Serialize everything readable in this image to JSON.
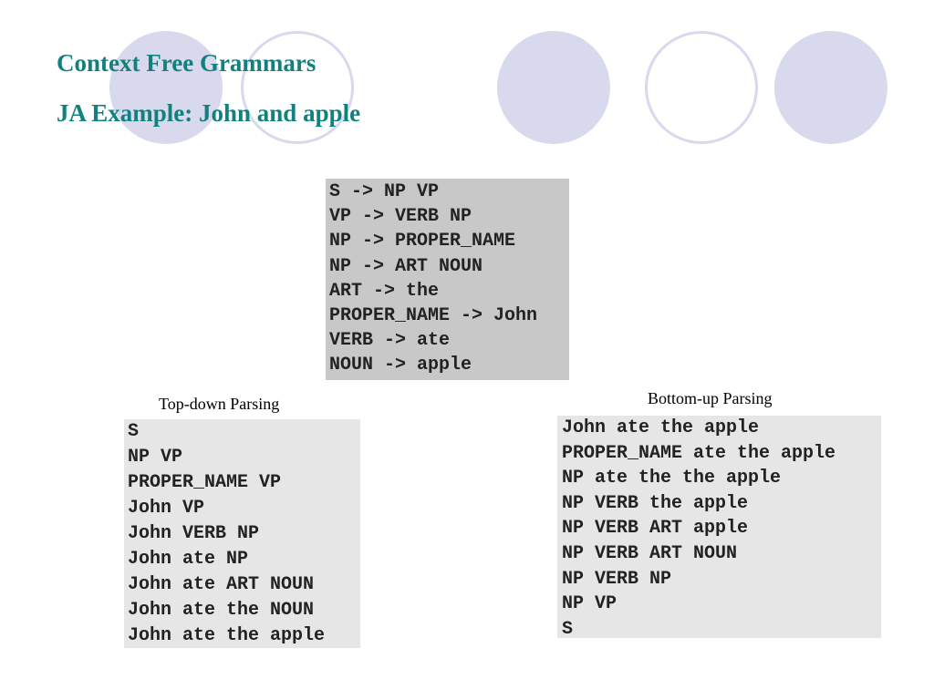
{
  "slide": {
    "title": "Context Free Grammars",
    "subtitle": "JA Example: John and apple",
    "colors": {
      "title": "#138080",
      "circle_fill": "#d9d9ee",
      "grammar_box_bg": "#c8c8c8",
      "derivation_box_bg": "#e6e6e6"
    }
  },
  "grammar": {
    "rules": [
      "S -> NP VP",
      "VP -> VERB NP",
      "NP -> PROPER_NAME",
      "NP -> ART NOUN",
      "ART -> the",
      "PROPER_NAME -> John",
      "VERB -> ate",
      "NOUN -> apple"
    ]
  },
  "top_down": {
    "caption": "Top-down Parsing",
    "steps": [
      "S",
      "NP VP",
      "PROPER_NAME VP",
      "John VP",
      "John VERB NP",
      "John ate NP",
      "John ate ART NOUN",
      "John ate the NOUN",
      "John ate the apple"
    ]
  },
  "bottom_up": {
    "caption": "Bottom-up Parsing",
    "steps": [
      "John ate the apple",
      "PROPER_NAME ate the apple",
      "NP ate the the apple",
      "NP VERB the apple",
      "NP VERB ART apple",
      "NP VERB ART NOUN",
      "NP VERB NP",
      "NP VP",
      "S"
    ]
  }
}
